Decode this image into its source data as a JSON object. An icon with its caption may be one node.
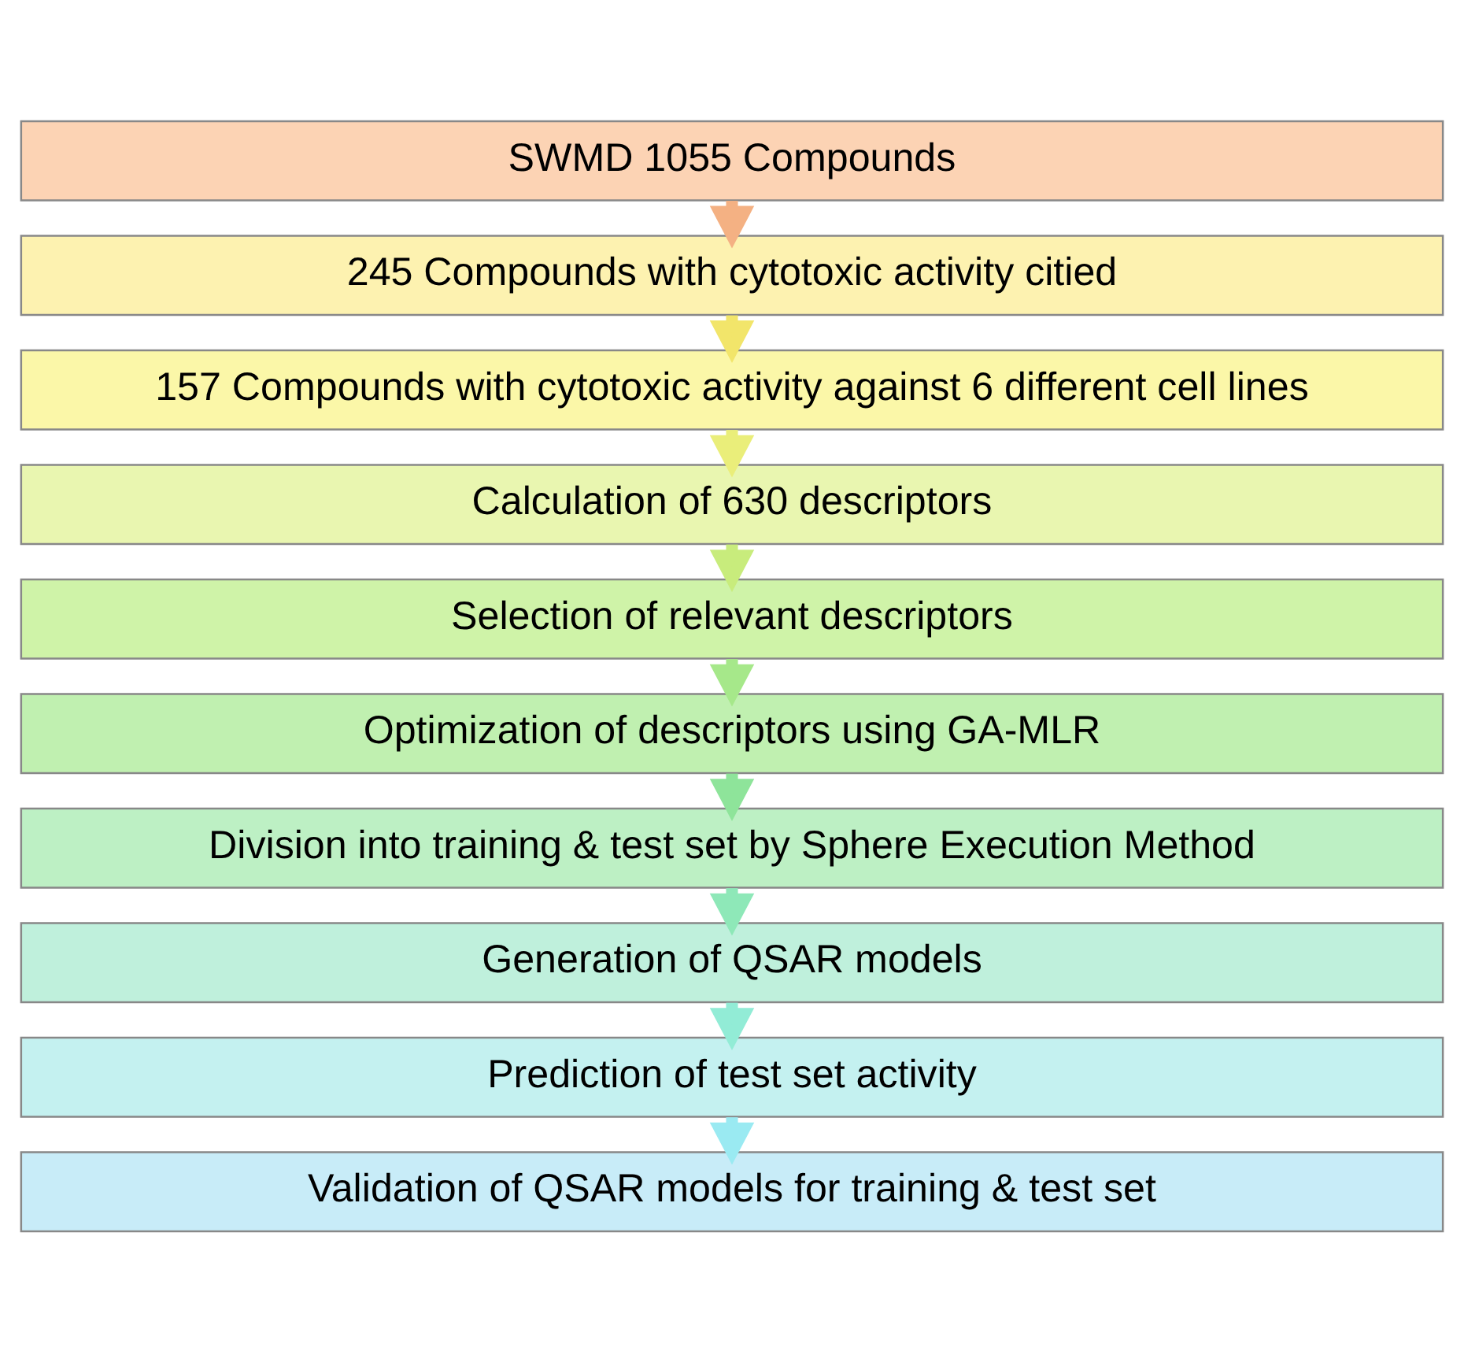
{
  "diagram": {
    "nodes": [
      {
        "text": [
          "SWMD 1055 Compounds"
        ]
      },
      {
        "text": [
          "245 Compounds with cytotoxic activity citied"
        ]
      },
      {
        "text": [
          "157 Compounds with cytotoxic activity against 6 different cell lines"
        ]
      },
      {
        "text": [
          "Calculation of 630 descriptors"
        ]
      },
      {
        "text": [
          "Selection of relevant descriptors"
        ]
      },
      {
        "text": [
          "Optimization of descriptors using GA-MLR"
        ]
      },
      {
        "text": [
          "Division into training & test set by Sphere Execution Method"
        ]
      },
      {
        "text": [
          "Generation of QSAR models"
        ]
      },
      {
        "text": [
          "Prediction of test set activity"
        ]
      },
      {
        "text": [
          "Validation of QSAR models for training & test set"
        ]
      }
    ],
    "edges": [
      {
        "from": 0,
        "to": 1,
        "arrow": "to",
        "color": "#f4b183"
      },
      {
        "from": 1,
        "to": 2,
        "arrow": "to",
        "color": "#f2e56a"
      },
      {
        "from": 2,
        "to": 3,
        "arrow": "to",
        "color": "#eaee7a"
      },
      {
        "from": 3,
        "to": 4,
        "arrow": "to",
        "color": "#c8ec7c"
      },
      {
        "from": 4,
        "to": 5,
        "arrow": "to",
        "color": "#a6e88a"
      },
      {
        "from": 5,
        "to": 6,
        "arrow": "to",
        "color": "#8ee49a"
      },
      {
        "from": 6,
        "to": 7,
        "arrow": "to",
        "color": "#8ee8b8"
      },
      {
        "from": 7,
        "to": 8,
        "arrow": "to",
        "color": "#92ecd6"
      },
      {
        "from": 8,
        "to": 9,
        "arrow": "to",
        "color": "#9aeaf2"
      }
    ]
  }
}
